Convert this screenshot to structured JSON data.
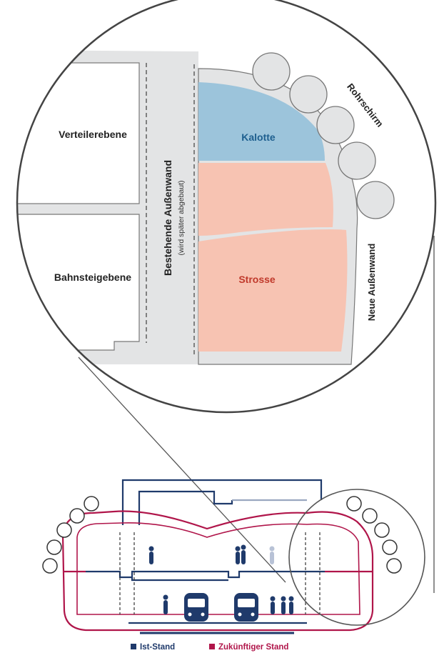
{
  "zoom_labels": {
    "verteilerebene": "Verteilerebene",
    "bahnsteigebene": "Bahnsteigebene",
    "bestehende_wand": "Bestehende Außenwand",
    "bestehende_wand_note": "(wird später abgebaut)",
    "kalotte": "Kalotte",
    "strosse": "Strosse",
    "rohrschirm": "Rohrschirm",
    "neue_wand": "Neue Außenwand"
  },
  "legend": {
    "ist_stand": "Ist-Stand",
    "zukuenftiger_stand": "Zukünftiger Stand"
  },
  "colors": {
    "ist_stand": "#1f3a6b",
    "zukuenftiger_stand": "#b0154a",
    "kalotte_fill": "#9cc4db",
    "kalotte_text": "#1e5f8f",
    "strosse_fill": "#f7c3b2",
    "strosse_text": "#c0392b",
    "wall_fill": "#e3e4e5",
    "outline": "#6e6e6e"
  }
}
